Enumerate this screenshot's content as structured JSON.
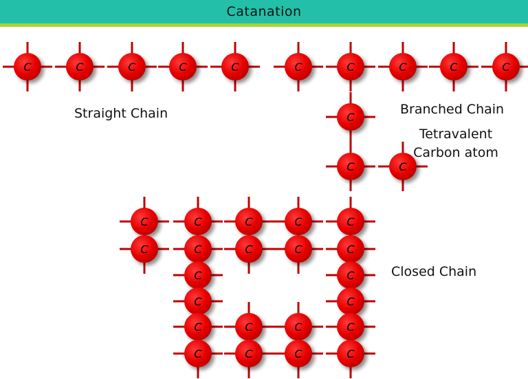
{
  "title": "Catanation",
  "labels": {
    "straight": "Straight Chain",
    "branched": "Branched Chain",
    "tetravalent": "Tetravalent Carbon atom",
    "closed": "Closed Chain"
  },
  "atom_symbol": "C",
  "colors": {
    "header": "#23bfa8",
    "header_accent": "#a7d332",
    "atom": "#ee0000",
    "bond": "#c00000"
  }
}
